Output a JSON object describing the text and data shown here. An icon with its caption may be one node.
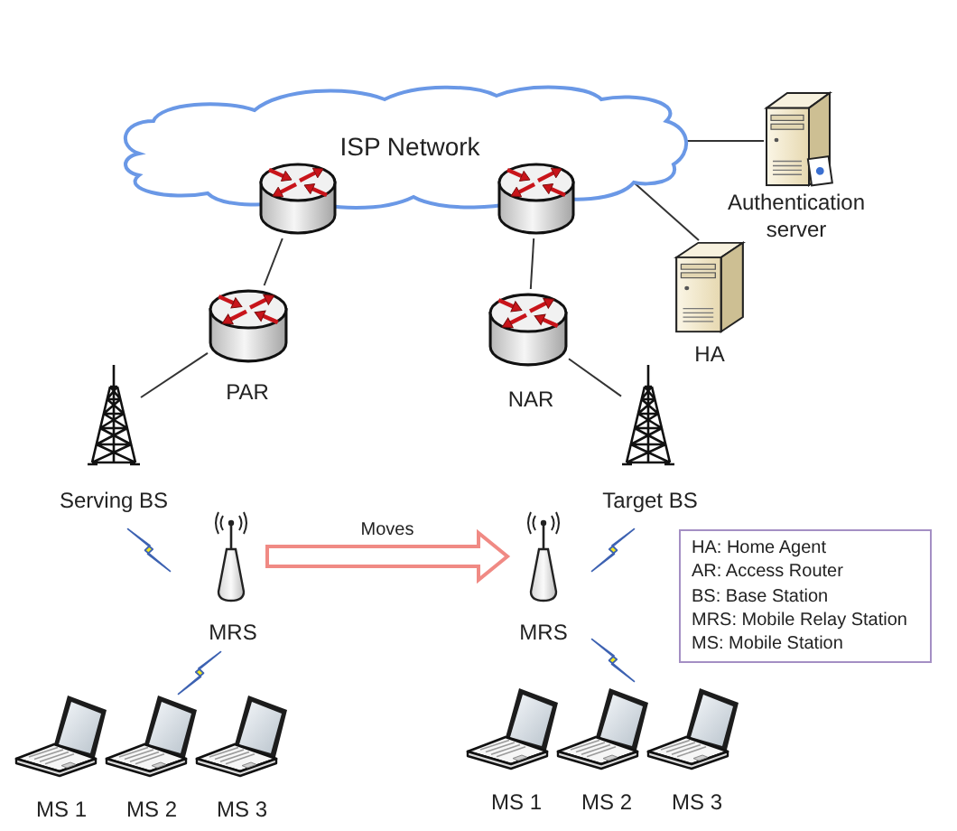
{
  "diagram": {
    "nodes": [
      {
        "text": [
          "ISP Network"
        ]
      },
      {
        "text": [],
        "shape": "cylinder"
      },
      {
        "text": [],
        "shape": "cylinder"
      },
      {
        "text": [
          "Authentication server"
        ]
      },
      {
        "text": [
          "HA"
        ]
      },
      {
        "text": [
          "PAR"
        ]
      },
      {
        "text": [
          "NAR"
        ]
      },
      {
        "text": [
          "Serving BS"
        ]
      },
      {
        "text": [
          "Target BS"
        ]
      },
      {
        "text": [
          "MRS"
        ]
      },
      {
        "text": [
          "MRS"
        ]
      },
      {
        "text": [
          "MS 1"
        ]
      },
      {
        "text": [
          "MS 2"
        ]
      },
      {
        "text": [
          "MS 3"
        ]
      },
      {
        "text": [
          "MS 1"
        ]
      },
      {
        "text": [
          "MS 2"
        ]
      },
      {
        "text": [
          "MS 3"
        ]
      },
      {
        "text": [
          "HA: Home Agent",
          "AR: Access Router",
          "BS: Base Station",
          "MRS: Mobile Relay Station",
          "MS: Mobile Station"
        ]
      }
    ],
    "edges": [
      {
        "from": 0,
        "to": 3,
        "arrow": "none"
      },
      {
        "from": 0,
        "to": 4,
        "arrow": "none"
      },
      {
        "from": 1,
        "to": 5,
        "arrow": "none"
      },
      {
        "from": 2,
        "to": 6,
        "arrow": "none"
      },
      {
        "from": 5,
        "to": 7,
        "arrow": "none"
      },
      {
        "from": 6,
        "to": 8,
        "arrow": "none"
      },
      {
        "from": 9,
        "to": 10,
        "arrow": "to",
        "label": "Moves",
        "style": "thick",
        "color": "#f08a84"
      }
    ]
  }
}
